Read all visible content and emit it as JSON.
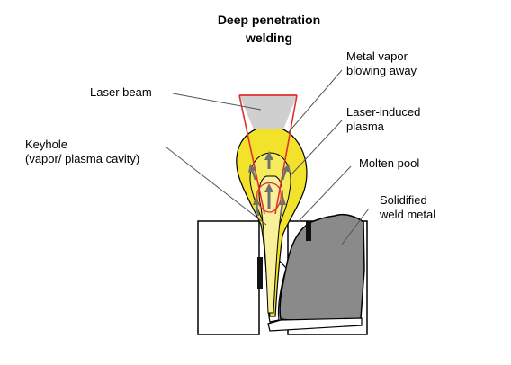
{
  "title": {
    "line1": "Deep penetration",
    "line2": "welding"
  },
  "labels": {
    "laser_beam": "Laser beam",
    "metal_vapor_1": "Metal vapor",
    "metal_vapor_2": "blowing away",
    "plasma_1": "Laser-induced",
    "plasma_2": "plasma",
    "keyhole_1": "Keyhole",
    "keyhole_2": "(vapor/ plasma cavity)",
    "molten_pool": "Molten pool",
    "solidified_1": "Solidified",
    "solidified_2": "weld metal"
  },
  "colors": {
    "plasma": "#f2e32a",
    "keyhole": "#f8f09a",
    "laser": "#cfcfcf",
    "laser_edge": "#e03030",
    "solid_metal": "#8a8a8a",
    "arrow": "#707070"
  }
}
